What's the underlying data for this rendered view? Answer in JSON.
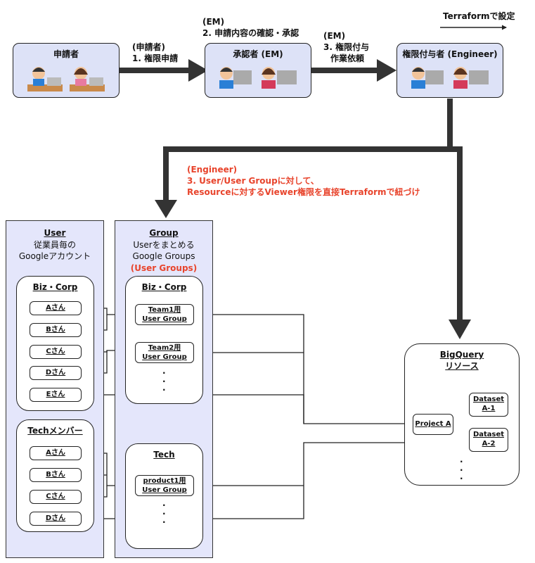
{
  "top_right": {
    "label": "Terraformで設定"
  },
  "roles": {
    "applicant": {
      "title": "申請者"
    },
    "approver": {
      "title": "承認者 (EM)"
    },
    "granter": {
      "title": "権限付与者 (Engineer)"
    }
  },
  "steps": {
    "step1": {
      "line1": "(申請者)",
      "line2": "1. 権限申請"
    },
    "step2": {
      "line1": "(EM)",
      "line2": "2. 申請内容の確認・承認"
    },
    "step3": {
      "line1": "(EM)",
      "line2": "3. 権限付与",
      "line3": "作業依頼"
    },
    "engineer_note": {
      "line1": "(Engineer)",
      "line2": "3. User/User Groupに対して、",
      "line3": "Resourceに対するViewer権限を直接Terraformで紐づけ"
    }
  },
  "user_panel": {
    "title": "User",
    "desc1": "従業員毎の",
    "desc2": "Googleアカウント",
    "bizcorp": {
      "title": "Biz・Corp",
      "users": [
        "Aさん",
        "Bさん",
        "Cさん",
        "Dさん",
        "Eさん"
      ]
    },
    "tech": {
      "title": "Techメンバー",
      "users": [
        "Aさん",
        "Bさん",
        "Cさん",
        "Dさん"
      ]
    }
  },
  "group_panel": {
    "title": "Group",
    "desc1": "Userをまとめる",
    "desc2": "Google Groups",
    "desc3": "(User Groups)",
    "bizcorp": {
      "title": "Biz・Corp",
      "groups": [
        {
          "line1": "Team1用",
          "line2": "User Group"
        },
        {
          "line1": "Team2用",
          "line2": "User Group"
        }
      ]
    },
    "tech": {
      "title": "Tech",
      "groups": [
        {
          "line1": "product1用",
          "line2": "User Group"
        }
      ]
    }
  },
  "bigquery": {
    "title1": "BigQuery",
    "title2": "リソース",
    "project": "Project A",
    "datasets": [
      {
        "line1": "Dataset",
        "line2": "A-1"
      },
      {
        "line1": "Dataset",
        "line2": "A-2"
      }
    ]
  },
  "colors": {
    "panel": "#e4e6fb",
    "role_box": "#dde2f7",
    "accent": "#e8442c",
    "arrow": "#333333"
  }
}
